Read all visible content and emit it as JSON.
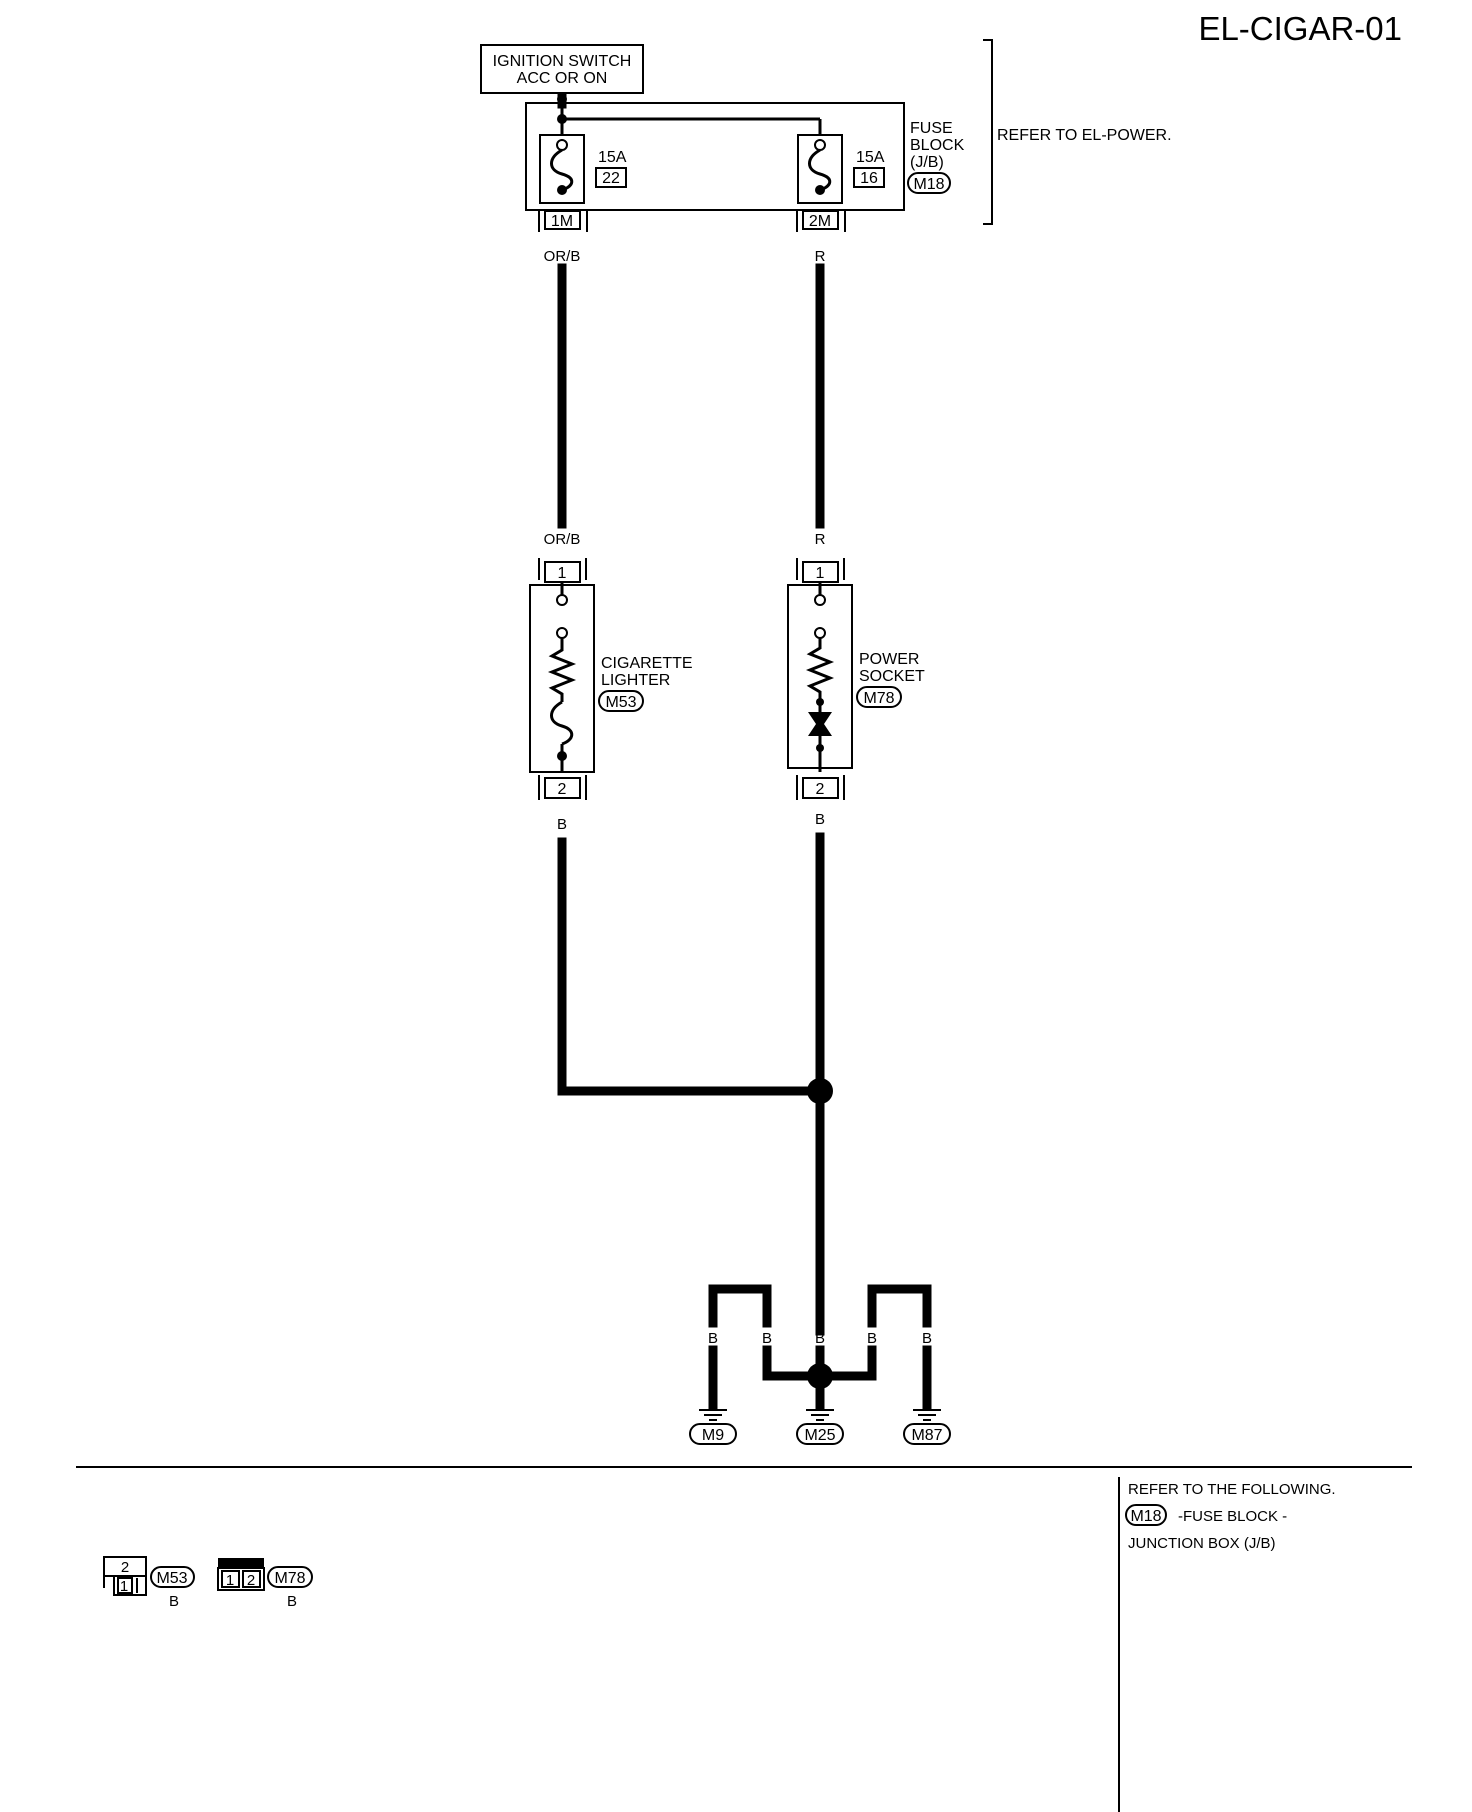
{
  "diagram_code": "EL-CIGAR-01",
  "ignition_switch": {
    "line1": "IGNITION SWITCH",
    "line2": "ACC OR ON"
  },
  "fuse_block": {
    "line1": "FUSE",
    "line2": "BLOCK",
    "line3": "(J/B)",
    "connector": "M18",
    "refer_note": "REFER TO EL-POWER.",
    "fuses": [
      {
        "rating": "15A",
        "number": "22",
        "terminal": "1M",
        "wire_color": "OR/B"
      },
      {
        "rating": "15A",
        "number": "16",
        "terminal": "2M",
        "wire_color": "R"
      }
    ]
  },
  "cigarette_lighter": {
    "line1": "CIGARETTE",
    "line2": "LIGHTER",
    "connector": "M53",
    "in_wire": "OR/B",
    "in_terminal": "1",
    "out_terminal": "2",
    "out_wire": "B"
  },
  "power_socket": {
    "line1": "POWER",
    "line2": "SOCKET",
    "connector": "M78",
    "in_wire": "R",
    "in_terminal": "1",
    "out_terminal": "2",
    "out_wire": "B"
  },
  "grounds": {
    "wire_colors": [
      "B",
      "B",
      "B",
      "B",
      "B"
    ],
    "connectors": [
      "M9",
      "M25",
      "M87"
    ]
  },
  "connector_views": [
    {
      "connector": "M53",
      "color": "B",
      "top": "2",
      "bottom": "1"
    },
    {
      "connector": "M78",
      "color": "B",
      "left": "1",
      "right": "2"
    }
  ],
  "refer_following": {
    "title": "REFER TO THE FOLLOWING.",
    "connector": "M18",
    "line1": "-FUSE BLOCK -",
    "line2": "JUNCTION BOX (J/B)"
  }
}
